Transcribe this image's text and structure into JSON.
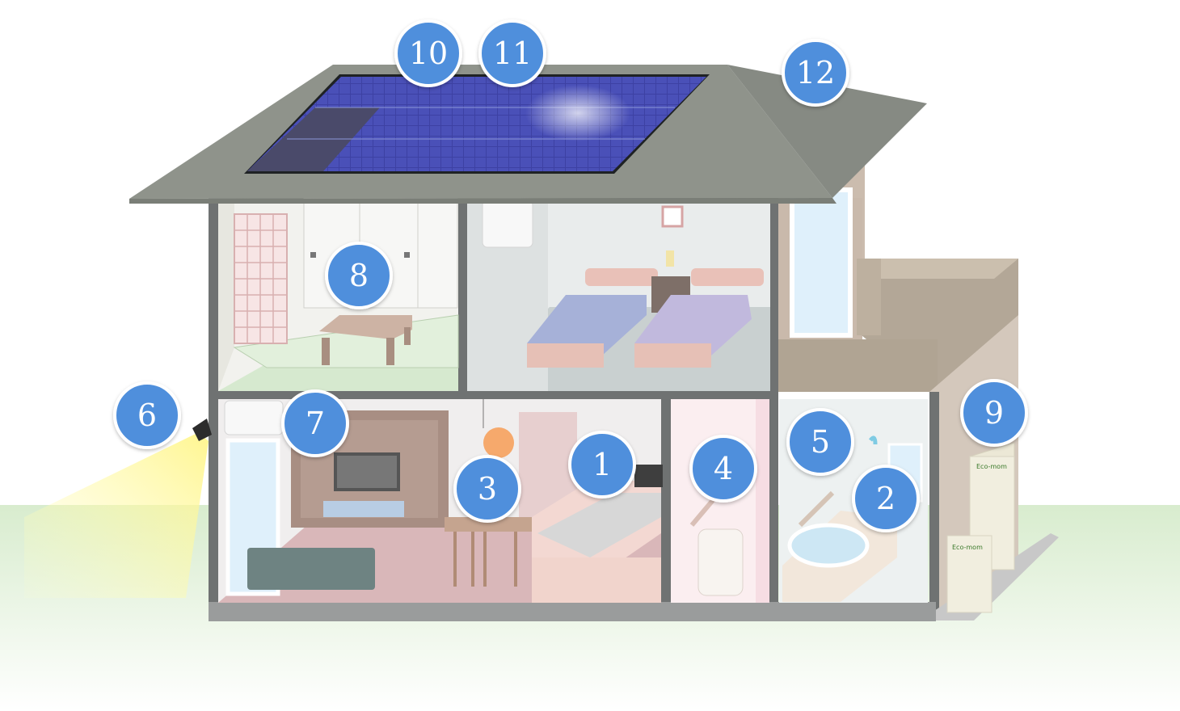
{
  "hotspots": [
    {
      "id": "kitchen",
      "label": "1"
    },
    {
      "id": "bathtub",
      "label": "2"
    },
    {
      "id": "dining-light",
      "label": "3"
    },
    {
      "id": "toilet",
      "label": "4"
    },
    {
      "id": "bath-shower",
      "label": "5"
    },
    {
      "id": "outdoor-light",
      "label": "6"
    },
    {
      "id": "living-aircon",
      "label": "7"
    },
    {
      "id": "japanese-room",
      "label": "8"
    },
    {
      "id": "water-heater",
      "label": "9"
    },
    {
      "id": "solar-panel-a",
      "label": "10"
    },
    {
      "id": "solar-panel-b",
      "label": "11"
    },
    {
      "id": "roof",
      "label": "12"
    }
  ],
  "equipment": {
    "heater_brand_text": "Eco-mom"
  },
  "colors": {
    "badge": "#4f8fdc",
    "roof": "#8c928a",
    "wall": "#6f7272",
    "solar": "#3b3f9e",
    "ground": "#dcefd3"
  }
}
